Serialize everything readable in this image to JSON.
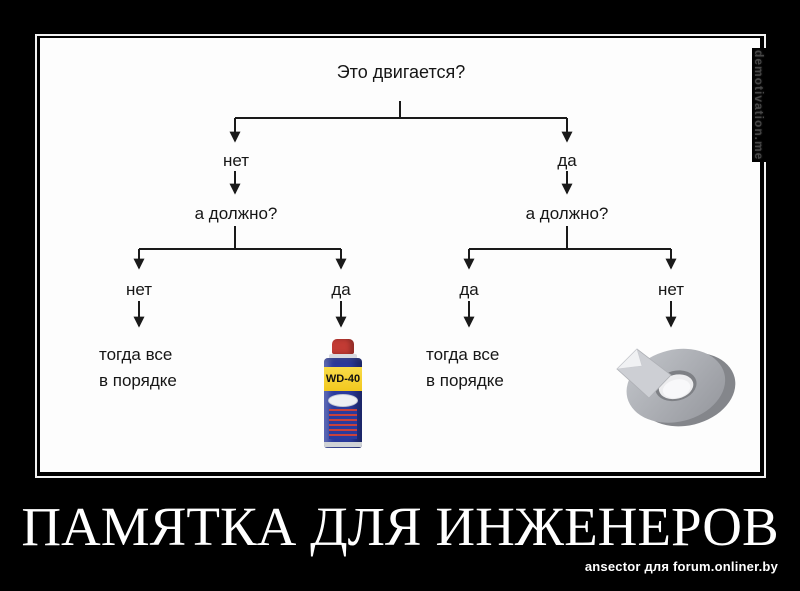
{
  "side_watermark": "demotivation.me",
  "caption": {
    "title": "ПАМЯТКА ДЛЯ ИНЖЕНЕРОВ",
    "credit": "ansector для forum.onliner.by"
  },
  "flowchart": {
    "root_question": "Это двигается?",
    "second_question": "а должно?",
    "level1": {
      "left": "нет",
      "right": "да"
    },
    "level2": {
      "left_left": "нет",
      "left_right": "да",
      "right_left": "да",
      "right_right": "нет"
    },
    "outcome_ok": "тогда все\nв порядке",
    "outcome_not_moving_should": "wd40-spray-can-image",
    "outcome_moving_should_not": "duct-tape-roll-image",
    "wd40_label": "WD-40"
  },
  "colors": {
    "background": "#000000",
    "panel": "#fdfdfd",
    "flowchart_line": "#1a1a1a",
    "frame_line": "#f2f2f2",
    "title_text": "#ffffff",
    "side_watermark_text": "#474747",
    "wd40_cap": "#c23b34",
    "wd40_body": "#2a3a9d",
    "wd40_panel": "#f2c81e",
    "tape_gray": "#a8abb1"
  }
}
